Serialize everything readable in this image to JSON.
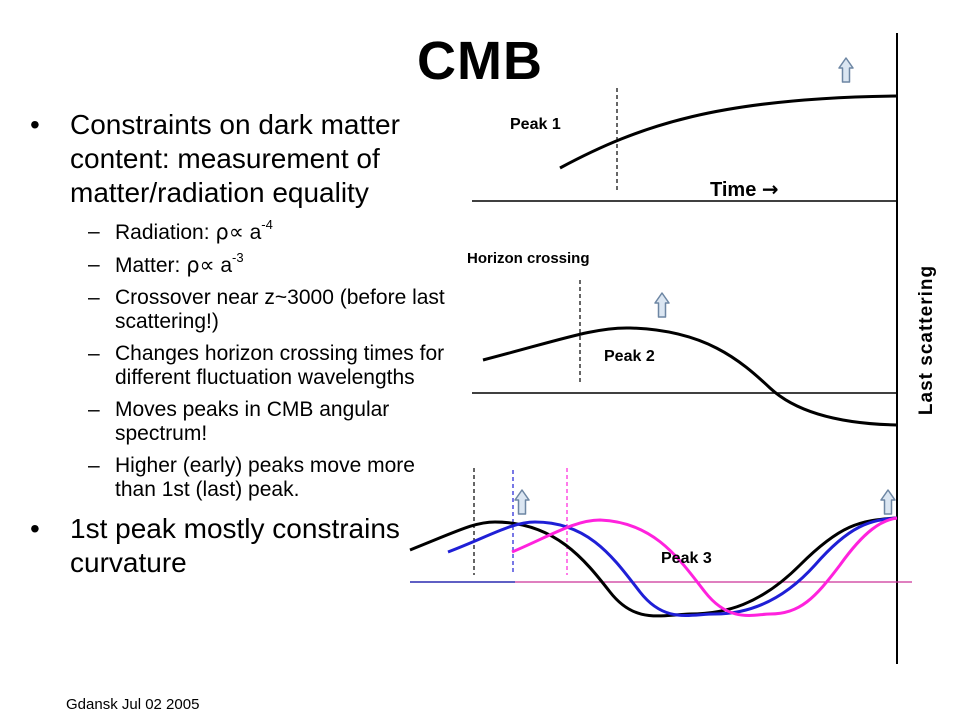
{
  "slide": {
    "title": "CMB",
    "bullets": [
      {
        "text": "Constraints on dark matter content: measurement of matter/radiation equality",
        "subitems": [
          {
            "pre": "Radiation: ",
            "sym": "ρ∝",
            "post": " a",
            "sup": "-4"
          },
          {
            "pre": "Matter: ",
            "sym": "ρ∝",
            "post": " a",
            "sup": "-3"
          },
          {
            "pre": "Crossover near z~3000 (before last scattering!)"
          },
          {
            "pre": "Changes horizon crossing times for different fluctuation wavelengths"
          },
          {
            "pre": "Moves peaks in CMB angular spectrum!"
          },
          {
            "pre": "Higher (early) peaks move more than 1st (last) peak."
          }
        ]
      },
      {
        "text": "1st peak mostly constrains curvature",
        "subitems": []
      }
    ],
    "footer": "Gdansk Jul 02 2005"
  },
  "diagram": {
    "peak1_label": "Peak 1",
    "time_label": "Time",
    "time_arrow": "→",
    "horizon_label": "Horizon crossing",
    "peak2_label": "Peak 2",
    "peak3_label": "Peak 3",
    "last_scattering_label": "Last scattering",
    "colors": {
      "curve": "#000000",
      "blue": "#1f1fd6",
      "magenta": "#ff22dd",
      "axis_blue": "#2a2ab0",
      "axis_magenta": "#cc3399",
      "arrow_fill": "#dbe6f2",
      "arrow_stroke": "#6d86a3"
    }
  }
}
